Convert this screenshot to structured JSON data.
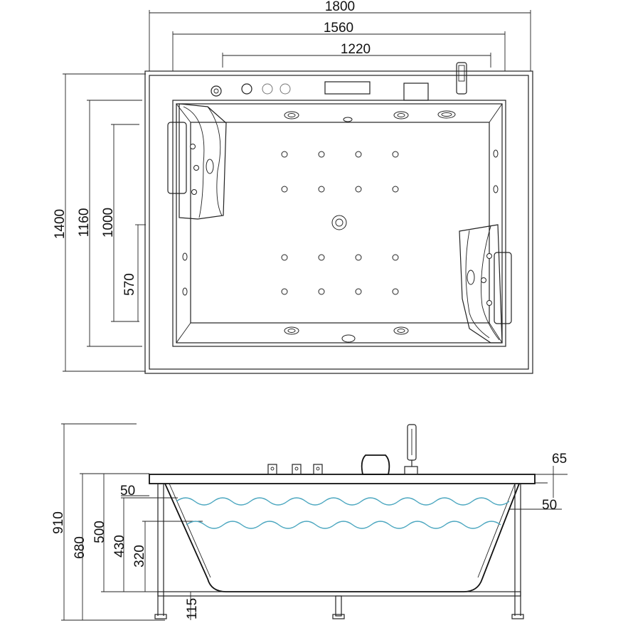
{
  "top_view": {
    "width_labels": [
      "1800",
      "1560",
      "1220"
    ],
    "height_labels": [
      "1400",
      "1160",
      "1000",
      "570"
    ]
  },
  "side_view": {
    "height_labels": [
      "910",
      "680",
      "500",
      "430",
      "320",
      "115"
    ],
    "water_labels": [
      "50"
    ],
    "right_labels": [
      "65",
      "50"
    ]
  }
}
